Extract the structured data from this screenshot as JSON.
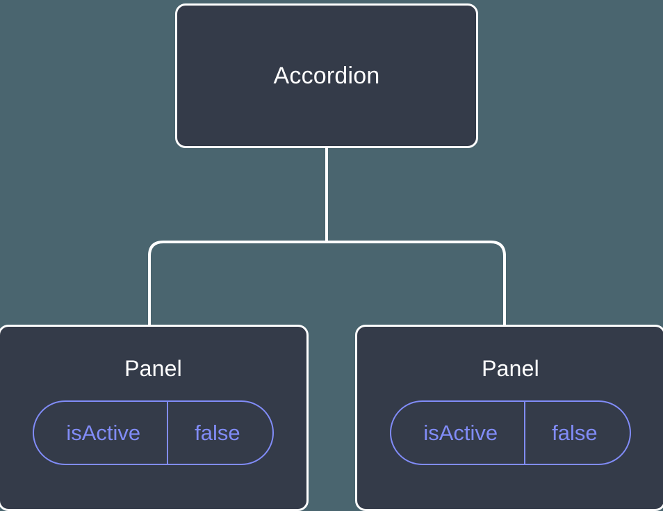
{
  "canvas": {
    "background_color": "#4a656f",
    "node_fill_color": "#343b49",
    "node_border_color": "#ffffff",
    "edge_color": "#ffffff",
    "badge_color": "#818cf8",
    "title_color": "#ffffff"
  },
  "tree": {
    "root": {
      "title": "Accordion"
    },
    "children": [
      {
        "title": "Panel",
        "badge": {
          "key": "isActive",
          "value": "false"
        }
      },
      {
        "title": "Panel",
        "badge": {
          "key": "isActive",
          "value": "false"
        }
      }
    ]
  }
}
